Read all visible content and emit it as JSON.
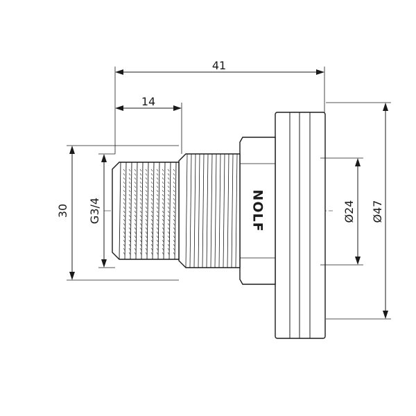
{
  "dimensions": {
    "overall_length": "41",
    "thread_length": "14",
    "height": "30",
    "thread_size": "G3/4",
    "inner_diameter": "Ø24",
    "flange_diameter": "Ø47"
  },
  "brand": "NOLF",
  "colors": {
    "line": "#1a1a1a",
    "background": "#ffffff"
  }
}
